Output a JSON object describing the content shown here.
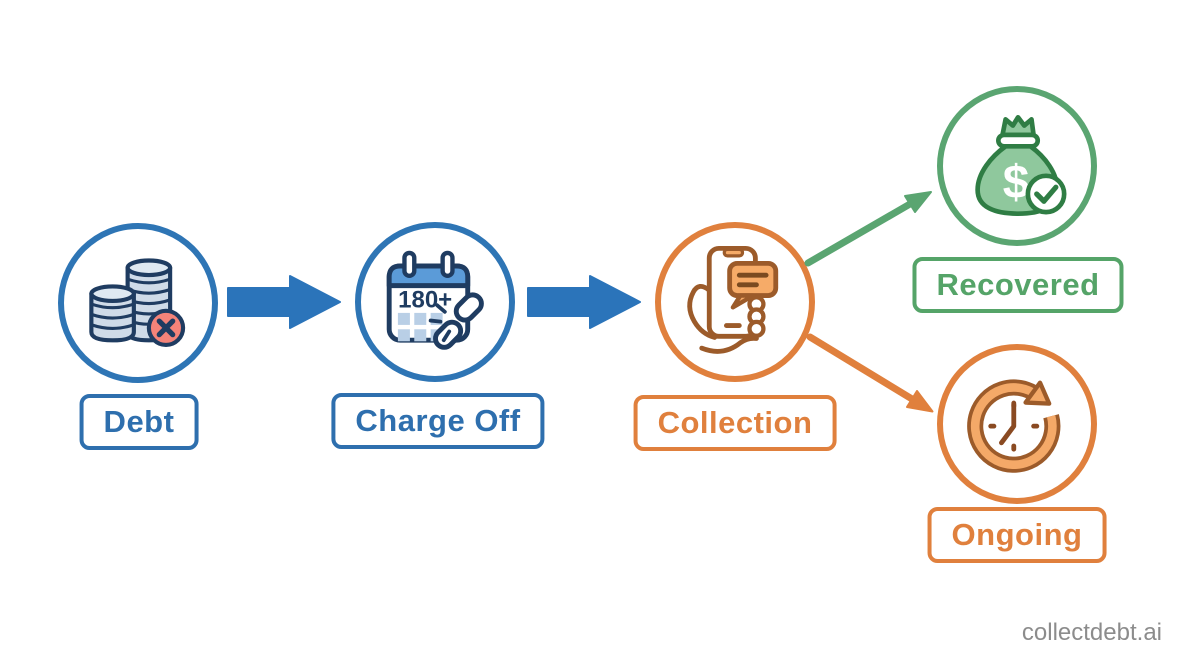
{
  "diagram": {
    "watermark": "collectdebt.ai",
    "colors": {
      "blue": "#2e75b5",
      "navy_outline": "#1f3c61",
      "orange": "#e0803d",
      "brown_outline": "#9c5b2a",
      "green": "#55a468",
      "dark_green_outline": "#2f7d44",
      "red_badge": "#f48379",
      "light_orange_fill": "#f6ab68",
      "light_blue_fill": "#cfdbe8",
      "watermark_gray": "#8c8c8c"
    },
    "stages": [
      {
        "label": "Debt",
        "icon": "coins-crossed-icon",
        "color": "#2e75b5"
      },
      {
        "label": "Charge Off",
        "icon": "calendar-broken-chain-icon",
        "calendar_text": "180+",
        "color": "#2e75b5"
      },
      {
        "label": "Collection",
        "icon": "hand-phone-message-icon",
        "color": "#e0803d"
      },
      {
        "label": "Recovered",
        "icon": "money-bag-check-icon",
        "currency_symbol": "$",
        "color": "#55a468"
      },
      {
        "label": "Ongoing",
        "icon": "clock-history-icon",
        "color": "#e0803d"
      }
    ],
    "connectors": [
      {
        "from": "Debt",
        "to": "Charge Off",
        "style": "block-arrow",
        "color": "#2b74ba"
      },
      {
        "from": "Charge Off",
        "to": "Collection",
        "style": "block-arrow",
        "color": "#2b74ba"
      },
      {
        "from": "Collection",
        "to": "Recovered",
        "style": "line-arrow",
        "color": "#5aa571"
      },
      {
        "from": "Collection",
        "to": "Ongoing",
        "style": "line-arrow",
        "color": "#e0803d"
      }
    ]
  }
}
